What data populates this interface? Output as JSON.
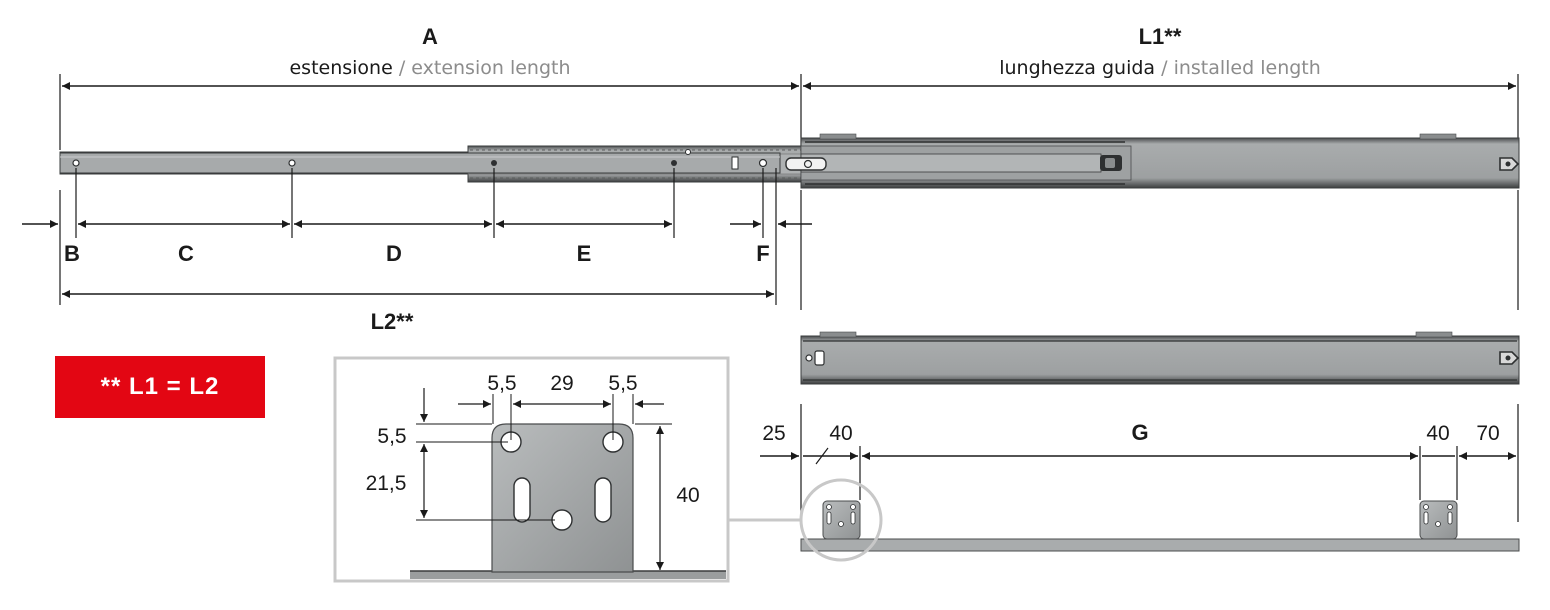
{
  "top": {
    "a_label": "A",
    "a_it": "estensione",
    "a_sep": " / ",
    "a_en": "extension length",
    "l1_label": "L1**",
    "l1_it": "lunghezza guida",
    "l1_sep": " / ",
    "l1_en": "installed length"
  },
  "segments": {
    "b": "B",
    "c": "C",
    "d": "D",
    "e": "E",
    "f": "F",
    "l2": "L2**"
  },
  "note": "** L1 = L2",
  "detail": {
    "d1": "5,5",
    "d2": "29",
    "d3": "5,5",
    "left_top": "5,5",
    "left_mid": "21,5",
    "height": "40"
  },
  "bottom": {
    "v25": "25",
    "v40a": "40",
    "g": "G",
    "v40b": "40",
    "v70": "70"
  },
  "colors": {
    "rail": "#9a9d9e",
    "rail_dark": "#3a3c3d",
    "accent": "#e30613",
    "detail_border": "#c8c8c8"
  }
}
